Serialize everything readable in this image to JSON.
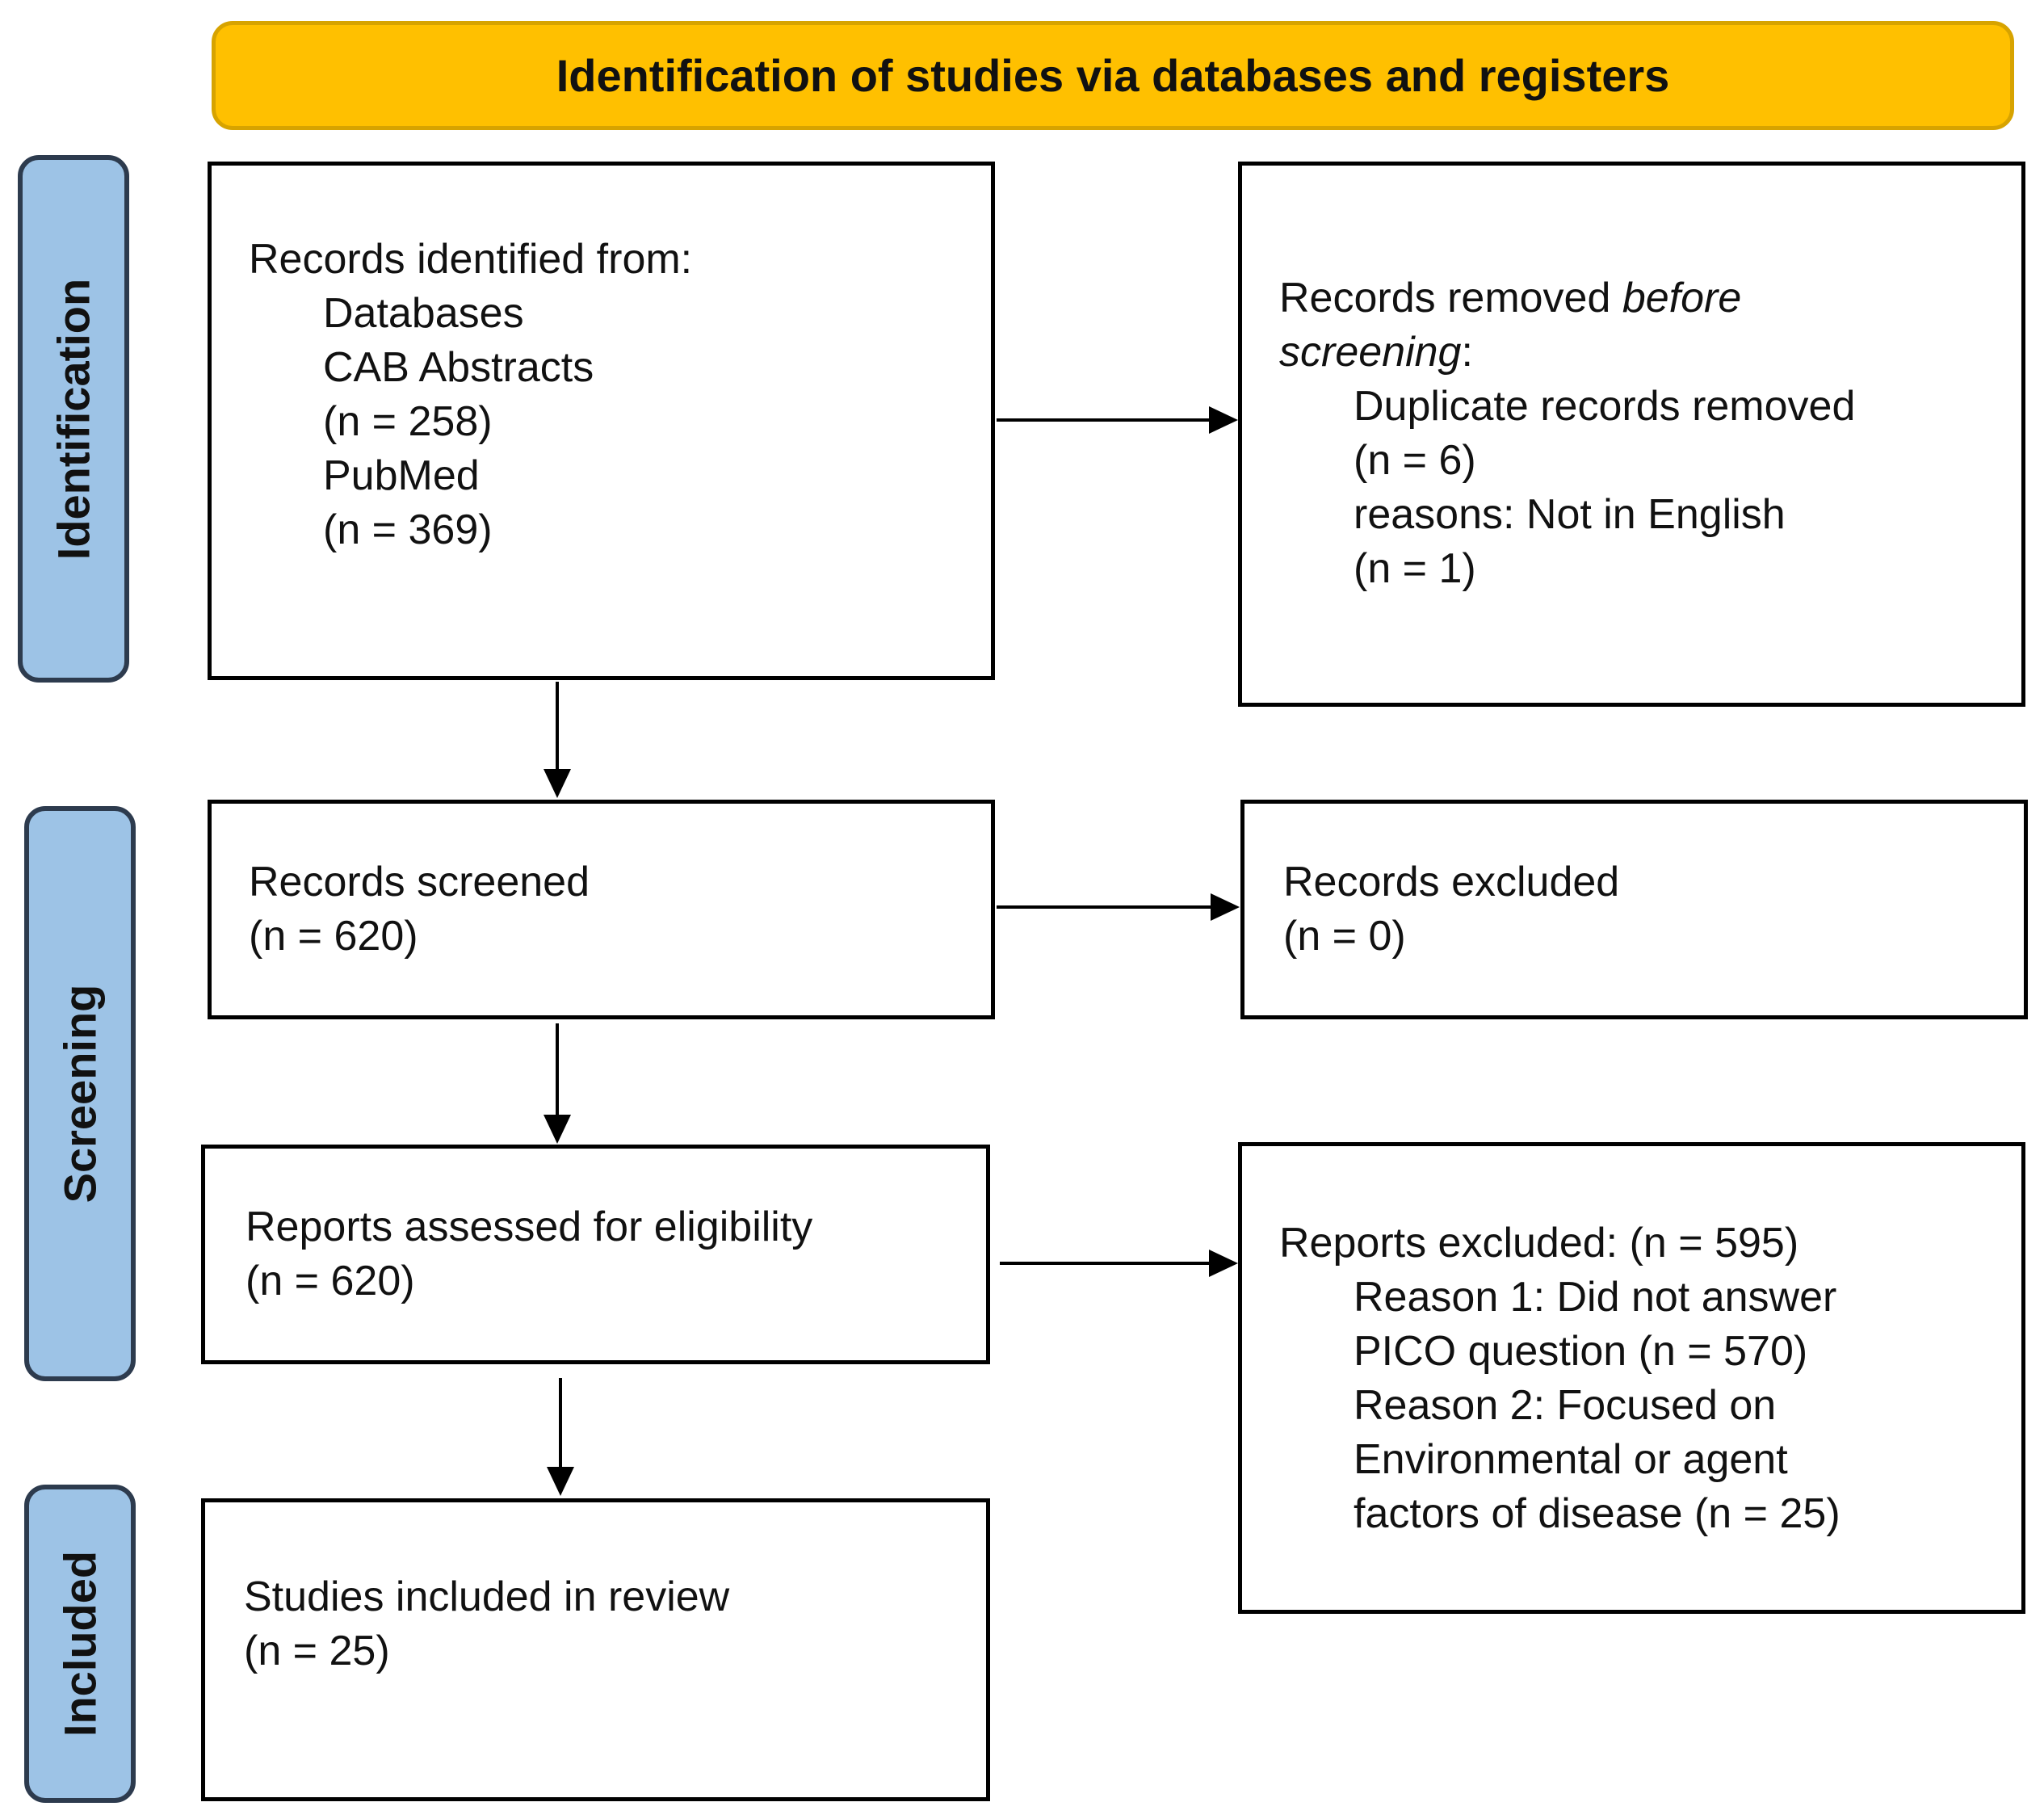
{
  "header": {
    "title": "Identification of studies via databases and registers"
  },
  "phases": {
    "identification": "Identification",
    "screening": "Screening",
    "included": "Included"
  },
  "boxes": {
    "identified": {
      "heading": "Records identified from:",
      "databases_label": "Databases",
      "source1_name": "CAB Abstracts",
      "source1_n": "(n = 258)",
      "source2_name": "PubMed",
      "source2_n": "(n = 369)"
    },
    "removed": {
      "heading_prefix": "Records removed ",
      "heading_em1": "before",
      "heading_em2": "screening",
      "heading_suffix": ":",
      "duplicates_label": "Duplicate records removed",
      "duplicates_n": "(n = 6)",
      "reason_label": "reasons: Not in English",
      "reason_n": "(n = 1)"
    },
    "screened": {
      "label": "Records screened",
      "n": "(n = 620)"
    },
    "excluded": {
      "label": "Records excluded",
      "n": "(n = 0)"
    },
    "assessed": {
      "label": "Reports assessed for eligibility",
      "n": "(n = 620)"
    },
    "reports_excluded": {
      "heading": "Reports excluded: (n = 595)",
      "reason1_line1": "Reason 1: Did not answer",
      "reason1_line2": "PICO question (n = 570)",
      "reason2_line1": "Reason 2: Focused on",
      "reason2_line2": "Environmental or agent",
      "reason2_line3": "factors of disease (n = 25)"
    },
    "included": {
      "label": "Studies included in review",
      "n": "(n = 25)"
    }
  },
  "colors": {
    "header_fill": "#ffc000",
    "header_border": "#d7a300",
    "phase_fill": "#9dc3e6",
    "phase_border": "#2d3b4e",
    "box_border": "#000000"
  }
}
